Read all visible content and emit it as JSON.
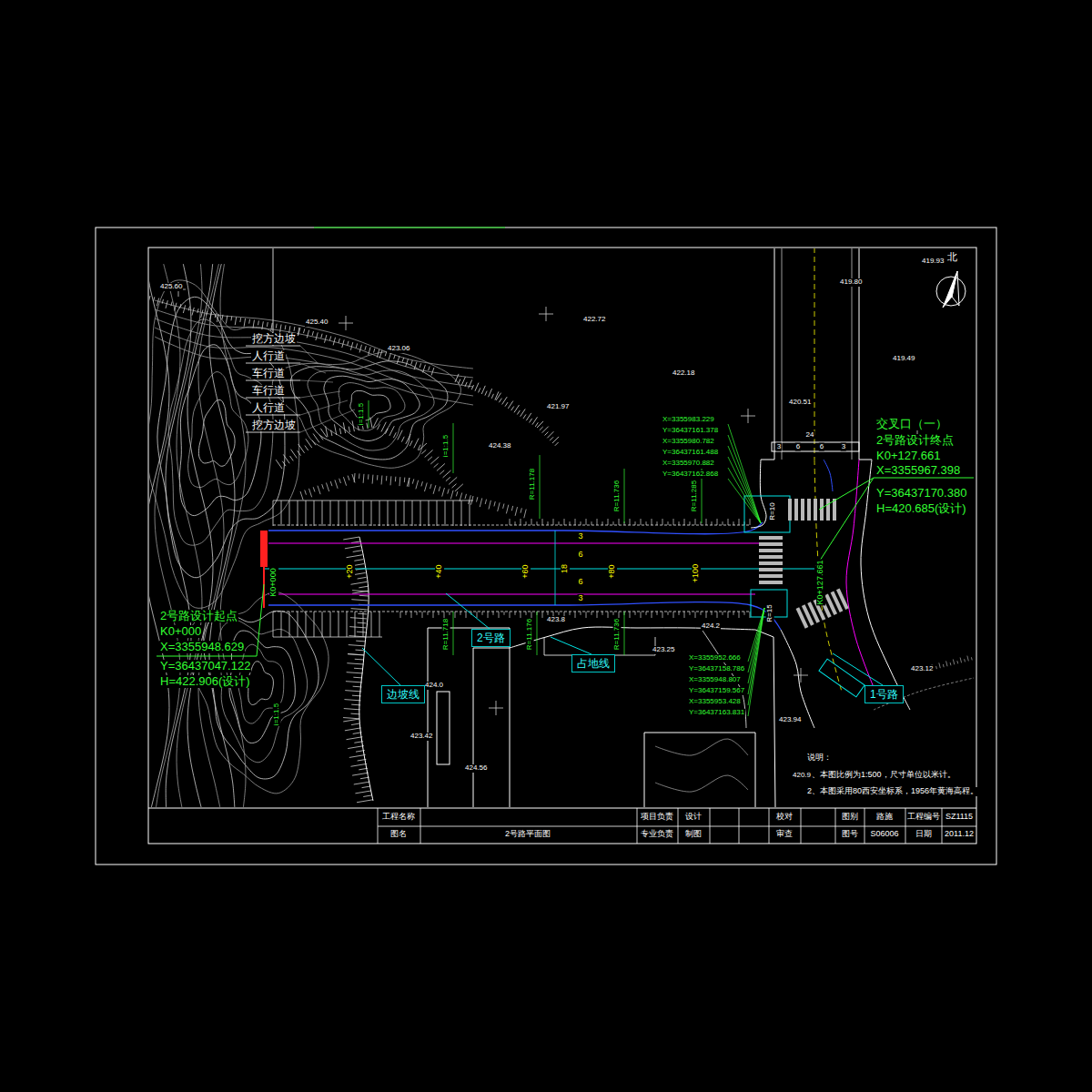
{
  "diagram": {
    "nodes": [
      {
        "text": [
          "边坡线"
        ]
      },
      {
        "text": [
          "2号路"
        ]
      },
      {
        "text": [
          "占地线"
        ]
      },
      {
        "text": [
          "1号路"
        ]
      }
    ],
    "labels": [
      "北",
      "挖方边坡",
      "人行道",
      "车行道",
      "车行道",
      "人行道",
      "挖方边坡",
      "交叉口（一）",
      "2号路设计终点",
      "K0+127.661",
      "X=3355967.398",
      "Y=36437170.380",
      "H=420.685(设计)",
      "2号路设计起点",
      "K0+000",
      "X=3355948.629",
      "Y=36437047.122",
      "H=422.906(设计)",
      "X=3355983.229",
      "Y=36437161.378",
      "X=3355980.782",
      "Y=36437161.488",
      "X=3355970.882",
      "Y=36437162.868",
      "X=3355952.666",
      "Y=36437158.786",
      "X=3355948.807",
      "Y=36437159.567",
      "X=3355953.428",
      "Y=36437163.831",
      "说明：",
      "1、本图比例为1:500，尺寸单位以米计。",
      "2、本图采用80西安坐标系，1956年黄海高程。",
      "K0+000",
      "+20",
      "+40",
      "+60",
      "+80",
      "+100",
      "K0+127.661",
      "18",
      "3",
      "6",
      "6",
      "3",
      "3",
      "6",
      "6",
      "3",
      "24",
      "i=1:1.5",
      "i=1:1.5",
      "R=11.178",
      "R=11.736",
      "R=11.285",
      "R=11.718",
      "R=11.176",
      "R=11.736",
      "i=1:1.5",
      "R=10",
      "R=15",
      "425.60",
      "425.40",
      "423.06",
      "422.72",
      "422.18",
      "421.97",
      "424.38",
      "419.93",
      "419.80",
      "419.49",
      "420.51",
      "423.25",
      "424.2",
      "423.8",
      "424.0",
      "423.94",
      "423.12",
      "424.56",
      "423.42",
      "420.9",
      "工程名称",
      "图名",
      "项目负责",
      "专业负责",
      "设计",
      "制图",
      "校对",
      "审查",
      "图别",
      "图号",
      "路施",
      "S06006",
      "工程编号",
      "日期",
      "SZ1115",
      "2011.12",
      "2号路平面图"
    ]
  }
}
